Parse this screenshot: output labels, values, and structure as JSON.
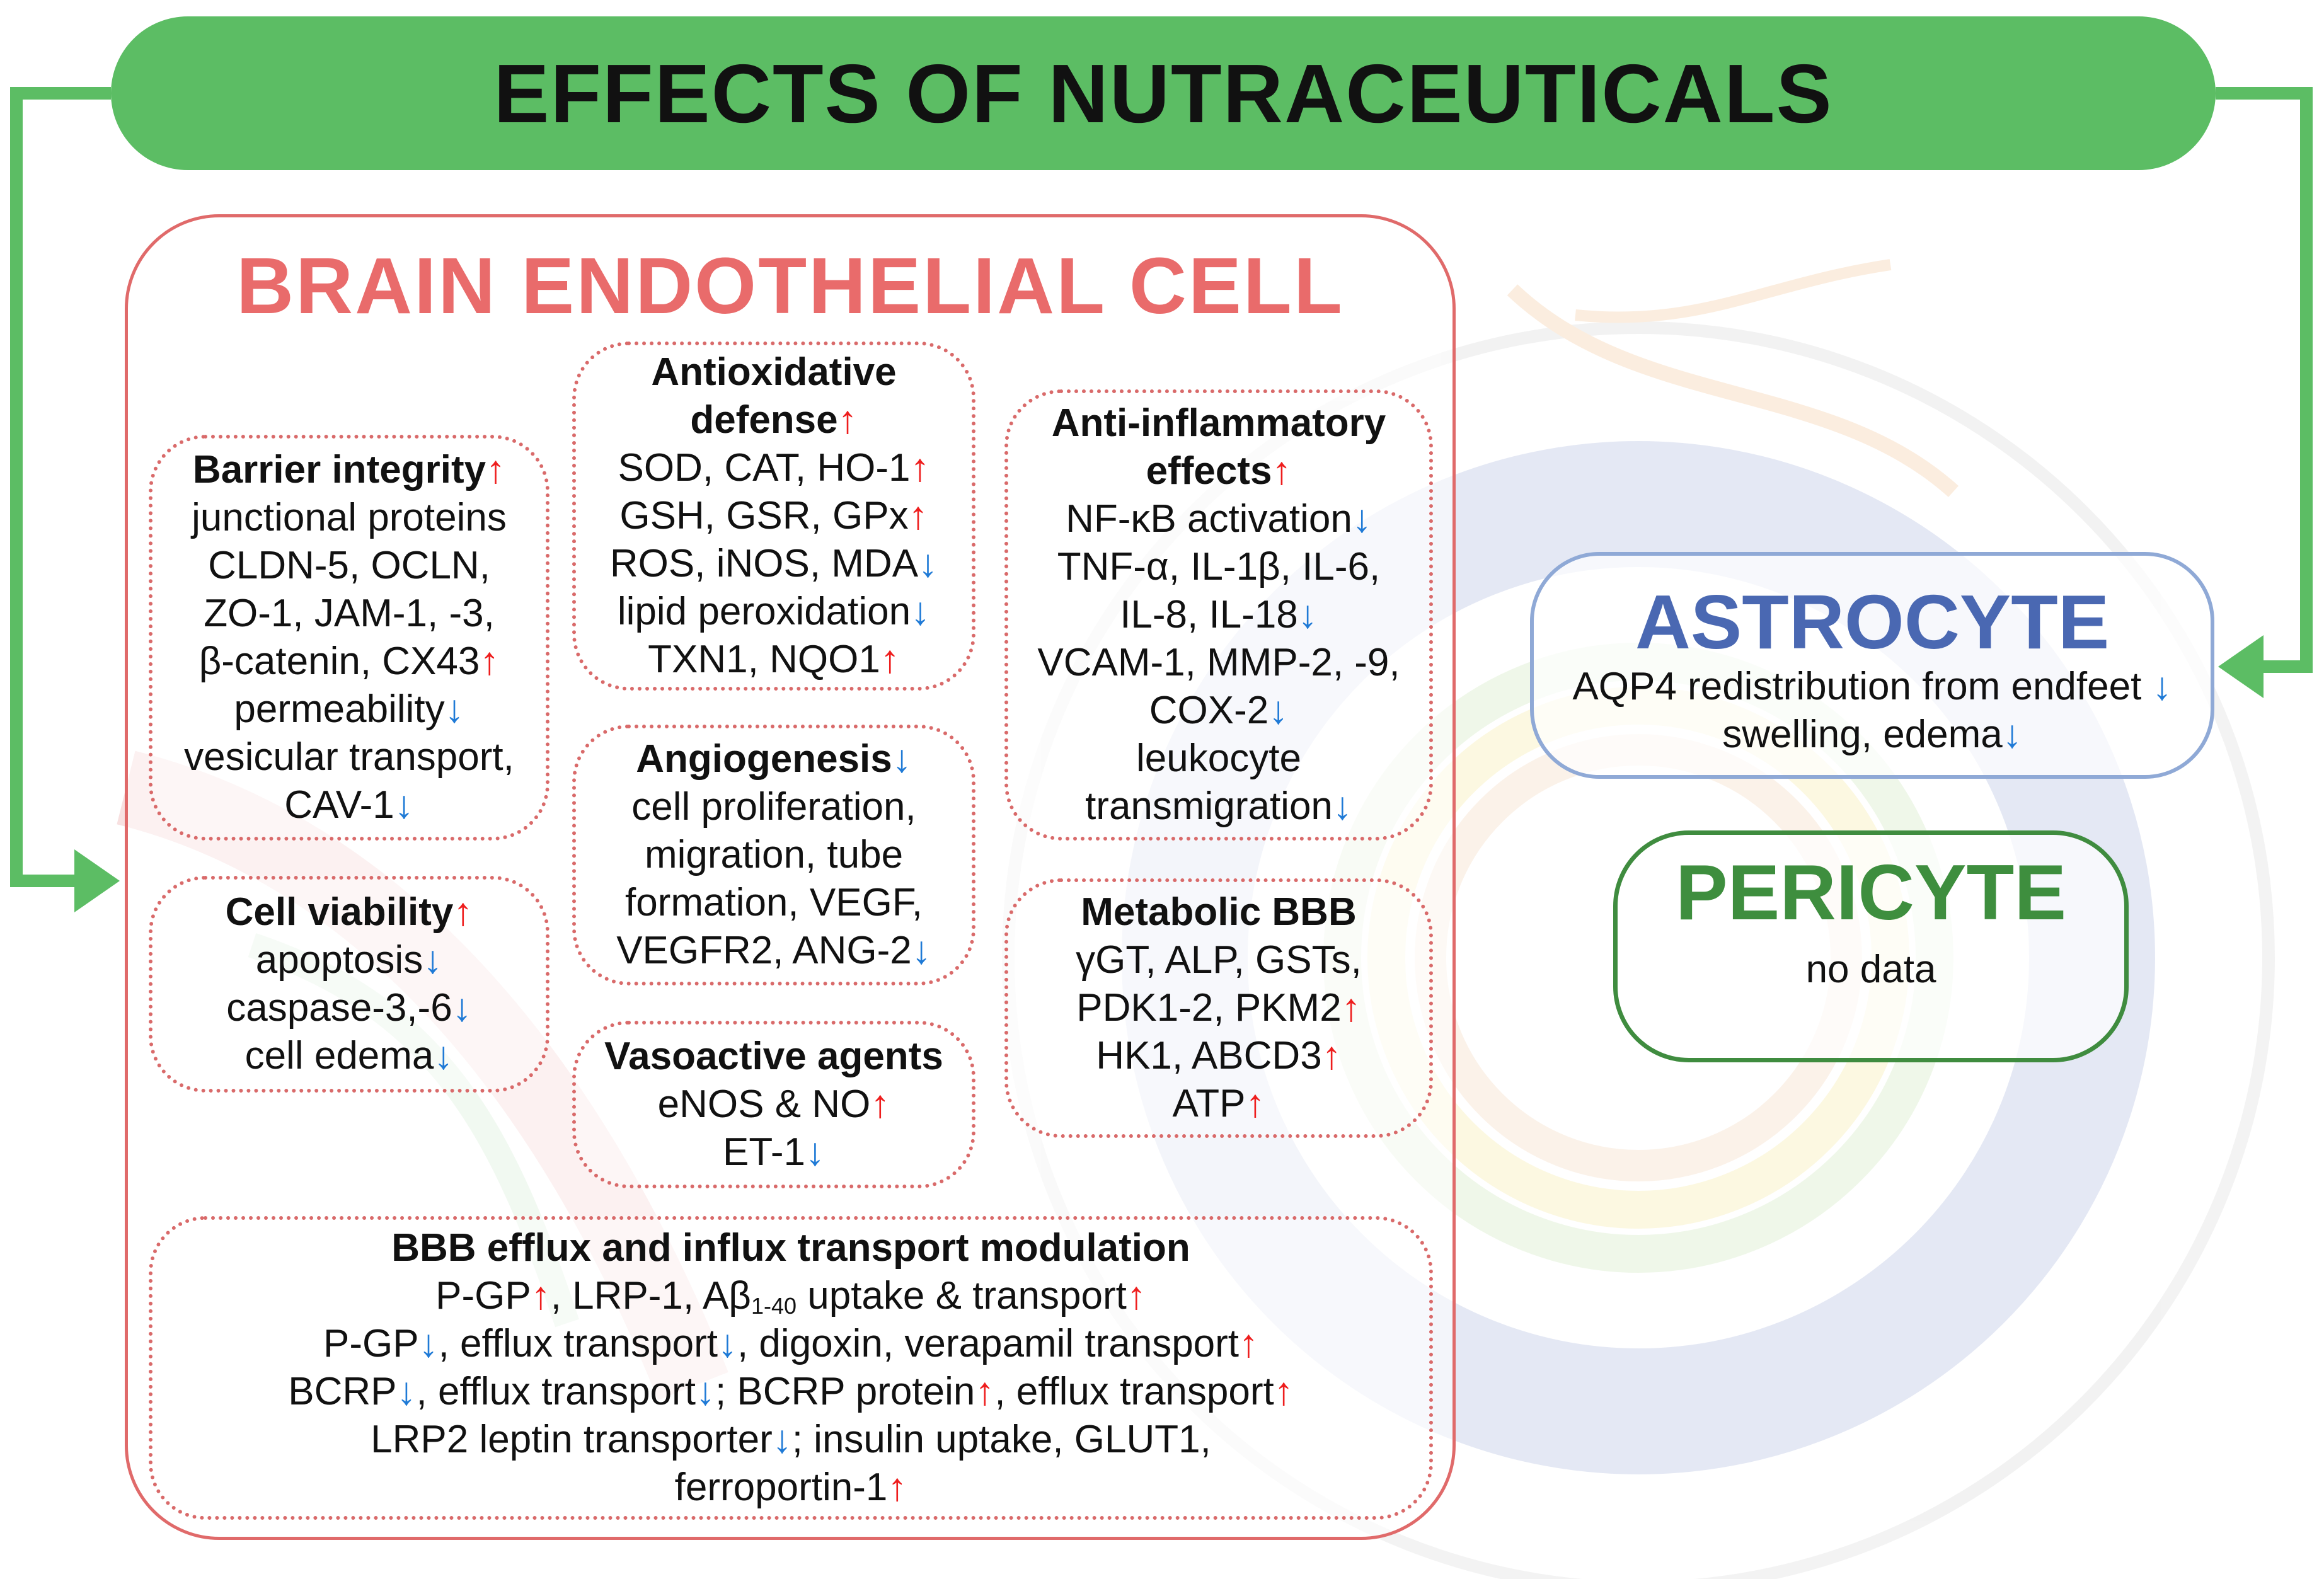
{
  "colors": {
    "banner_green": "#5cbd64",
    "arrow_green": "#5cbd64",
    "endothelial_red": "#e96b6b",
    "astrocyte_blue": "#4a68b2",
    "pericyte_green": "#3e8e3e",
    "increase_arrow": "#ee1d1d",
    "decrease_arrow": "#1f7ad6"
  },
  "banner": {
    "title": "EFFECTS OF NUTRACEUTICALS"
  },
  "endothelial": {
    "title": "BRAIN ENDOTHELIAL CELL",
    "barrier": {
      "heading": "Barrier integrity",
      "l1": "junctional proteins",
      "l2": "CLDN-5, OCLN,",
      "l3": "ZO-1, JAM-1, -3,",
      "l4": "β-catenin, CX43",
      "l5": "permeability",
      "l6": "vesicular transport,",
      "l7": "CAV-1"
    },
    "viability": {
      "heading": "Cell viability",
      "l1": "apoptosis",
      "l2": "caspase-3,-6",
      "l3": "cell edema"
    },
    "antioxidative": {
      "heading1": "Antioxidative",
      "heading2": "defense",
      "l1": "SOD, CAT, HO-1",
      "l2": "GSH, GSR, GPx",
      "l3": "ROS, iNOS, MDA",
      "l4": "lipid peroxidation",
      "l5": "TXN1, NQO1"
    },
    "angiogenesis": {
      "heading": "Angiogenesis",
      "l1": "cell proliferation,",
      "l2": "migration, tube",
      "l3": "formation, VEGF,",
      "l4": "VEGFR2, ANG-2"
    },
    "vasoactive": {
      "heading": "Vasoactive agents",
      "l1": "eNOS & NO",
      "l2": "ET-1"
    },
    "antiinflammatory": {
      "heading1": "Anti-inflammatory",
      "heading2": "effects",
      "l1": "NF-κB activation",
      "l2": "TNF-α, IL-1β, IL-6,",
      "l3": "IL-8, IL-18",
      "l4": "VCAM-1, MMP-2, -9,",
      "l5": "COX-2",
      "l6": "leukocyte",
      "l7": "transmigration"
    },
    "metabolic": {
      "heading": "Metabolic BBB",
      "l1": "γGT, ALP, GSTs,",
      "l2": "PDK1-2, PKM2",
      "l3": "HK1, ABCD3",
      "l4": "ATP"
    },
    "transport": {
      "heading": "BBB efflux and influx transport modulation",
      "l1a": "P-GP",
      "l1b": ", LRP-1, Aβ",
      "l1sub": "1-40",
      "l1c": " uptake & transport",
      "l2a": "P-GP",
      "l2b": ", efflux transport",
      "l2c": ", digoxin, verapamil transport",
      "l3a": "BCRP",
      "l3b": ", efflux transport",
      "l3c": "; BCRP protein",
      "l3d": ", efflux transport",
      "l4a": "LRP2 leptin transporter",
      "l4b": "; insulin uptake, GLUT1,",
      "l5": "ferroportin-1"
    }
  },
  "astrocyte": {
    "title": "ASTROCYTE",
    "l1": "AQP4 redistribution from endfeet",
    "l2": "swelling, edema"
  },
  "pericyte": {
    "title": "PERICYTE",
    "l1": "no data"
  },
  "symbols": {
    "up": "↑",
    "down": "↓"
  }
}
